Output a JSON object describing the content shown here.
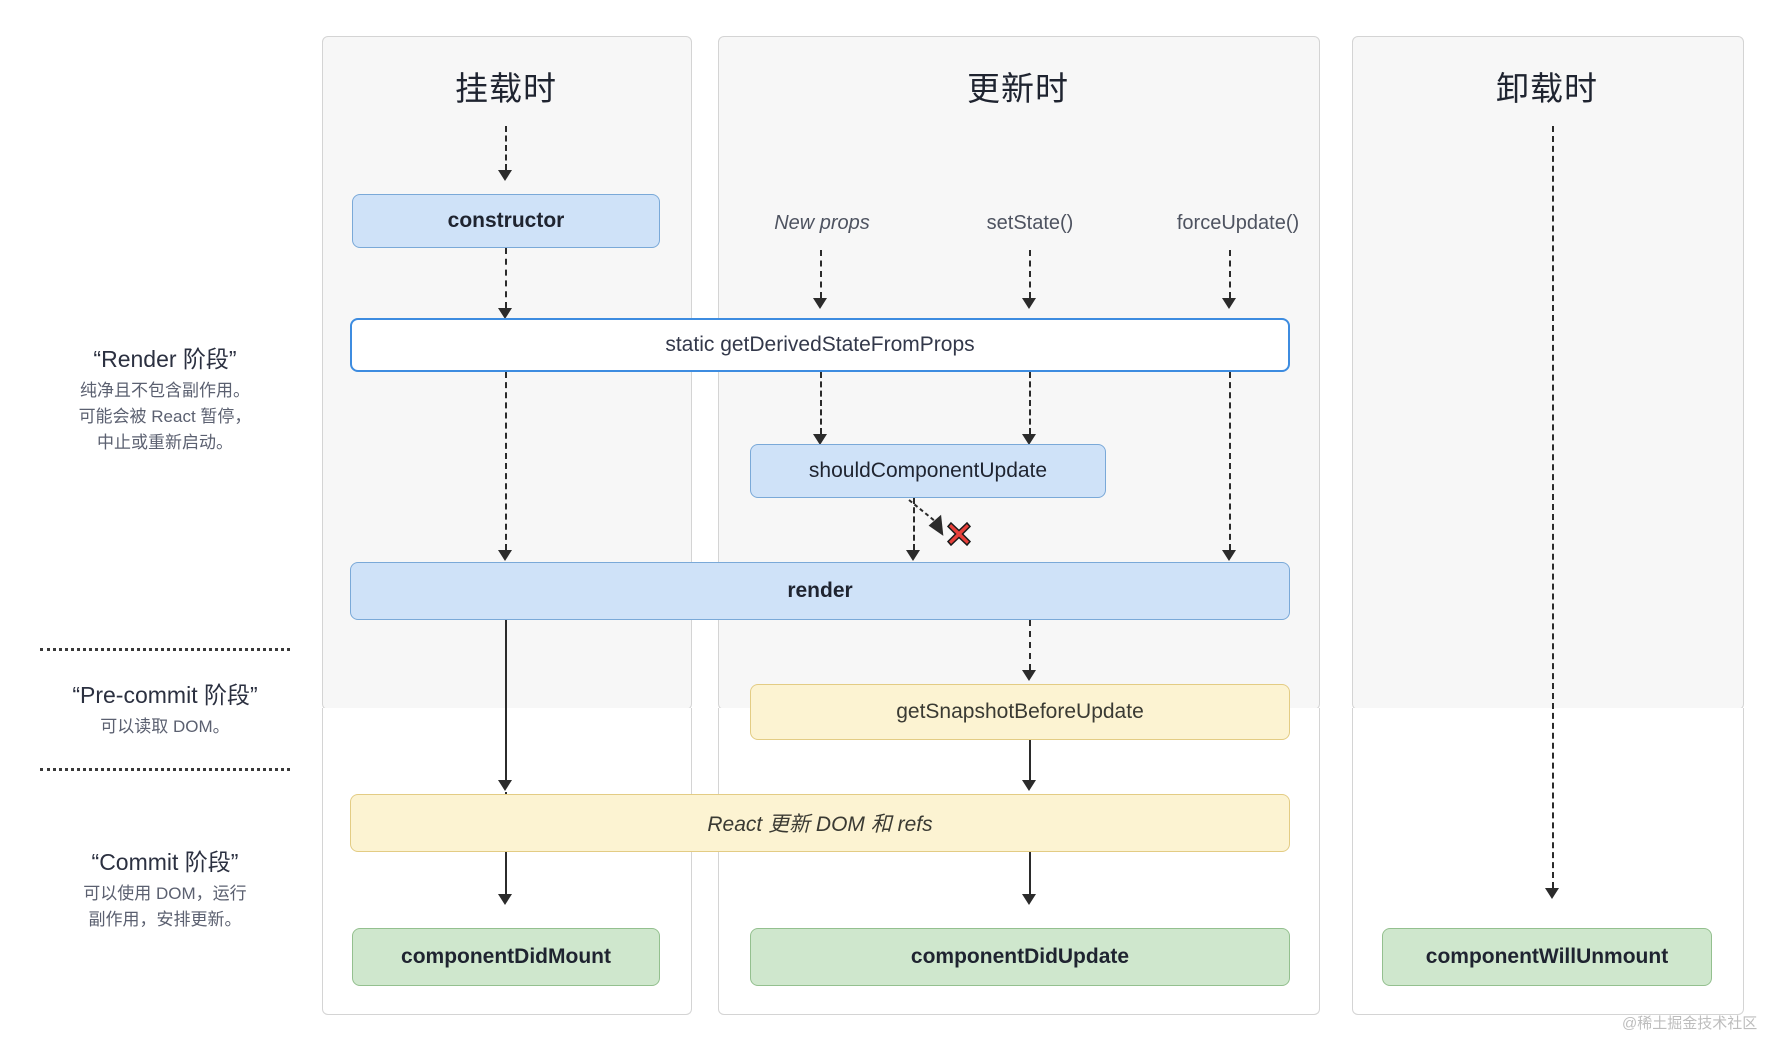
{
  "diagram": {
    "title_columns": [
      {
        "key": "mount",
        "label": "挂载时"
      },
      {
        "key": "update",
        "label": "更新时"
      },
      {
        "key": "unmount",
        "label": "卸载时"
      }
    ],
    "phases": [
      {
        "key": "render",
        "title": "“Render 阶段”",
        "desc_lines": [
          "纯净且不包含副作用。",
          "可能会被 React 暂停，",
          "中止或重新启动。"
        ]
      },
      {
        "key": "pre-commit",
        "title": "“Pre-commit 阶段”",
        "desc_lines": [
          "可以读取 DOM。"
        ]
      },
      {
        "key": "commit",
        "title": "“Commit 阶段”",
        "desc_lines": [
          "可以使用 DOM，运行",
          "副作用，安排更新。"
        ]
      }
    ],
    "triggers": [
      {
        "key": "new-props",
        "label": "New props",
        "style": "italic"
      },
      {
        "key": "set-state",
        "label": "setState()",
        "style": "normal"
      },
      {
        "key": "force-update",
        "label": "forceUpdate()",
        "style": "normal"
      }
    ],
    "nodes": {
      "constructor": "constructor",
      "get_derived_state_from_props": "static getDerivedStateFromProps",
      "should_component_update": "shouldComponentUpdate",
      "render": "render",
      "get_snapshot_before_update": "getSnapshotBeforeUpdate",
      "react_updates": "React 更新 DOM 和 refs",
      "component_did_mount": "componentDidMount",
      "component_did_update": "componentDidUpdate",
      "component_will_unmount": "componentWillUnmount"
    },
    "markers": {
      "skip_update_x": "✖"
    },
    "watermark": "@稀土掘金技术社区",
    "colors": {
      "blue_fill": "#cfe2f8",
      "blue_border": "#7aa9d8",
      "blue_outline_border": "#3d8ce0",
      "yellow_fill": "#fcf3d2",
      "yellow_border": "#e3cc84",
      "green_fill": "#cfe7cd",
      "green_border": "#94c08f",
      "panel_fill": "#f7f7f7",
      "panel_border": "#d4d4d4",
      "x_marker": "#e8403a"
    }
  }
}
